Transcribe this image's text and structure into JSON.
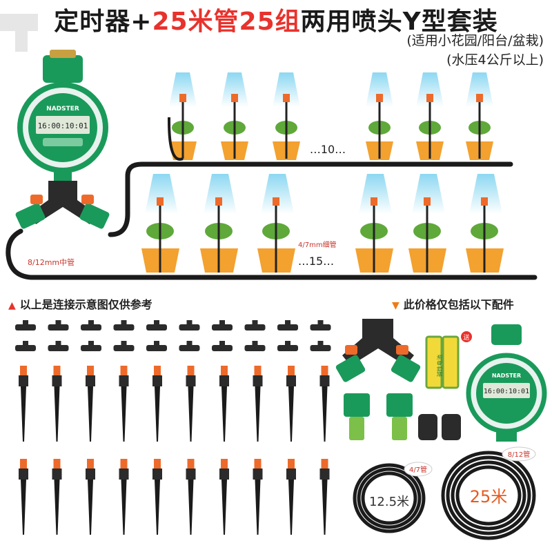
{
  "title": {
    "part1": "定时器+",
    "part2": "25米管25组",
    "part3": "两用喷头Y型套装"
  },
  "subtitle1": "(适用小花园/阳台/盆栽)",
  "subtitle2": "(水压4公斤以上)",
  "diagram": {
    "timer_brand": "NADSTER",
    "lcd_text": "16:00:10:01",
    "row1_count": "…10…",
    "row2_count": "…15…",
    "thin_tube_label": "4/7mm细管",
    "mid_tube_label": "8/12mm中管"
  },
  "notes": {
    "left": "以上是连接示意图仅供参考",
    "right": "此价格仅包括以下配件"
  },
  "parts": {
    "battery_label": "送",
    "battery_text": "碱性电池",
    "coil_small_label": "4/7管",
    "coil_small_length": "12.5米",
    "coil_large_label": "8/12管",
    "coil_large_length": "25米",
    "timer_brand": "NADSTER",
    "lcd_text": "16:00:10:01"
  },
  "colors": {
    "accent_red": "#e8322c",
    "timer_green": "#1a9a5a",
    "pot_orange": "#f3a12f",
    "tube_black": "#1b1b1b",
    "nozzle_orange": "#ee6a2a"
  }
}
